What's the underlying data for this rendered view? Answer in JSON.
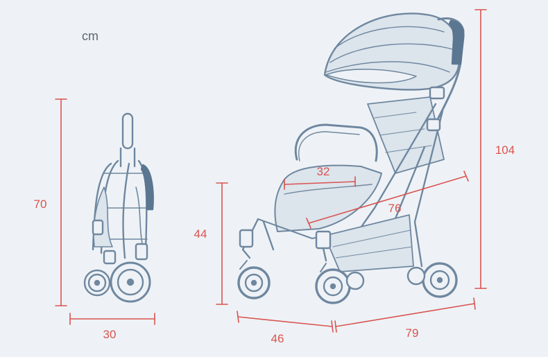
{
  "unit": "cm",
  "colors": {
    "background": "#eef2f6",
    "dimension": "#d9534f",
    "outline": "#6f879f",
    "fabric": "#dce4ec",
    "grip": "#5b7691"
  },
  "dimensions": {
    "folded_height": "70",
    "folded_width": "30",
    "seat_width": "32",
    "seat_height": "44",
    "total_height": "104",
    "diagonal_length": "76",
    "base_width": "46",
    "base_length": "79"
  }
}
